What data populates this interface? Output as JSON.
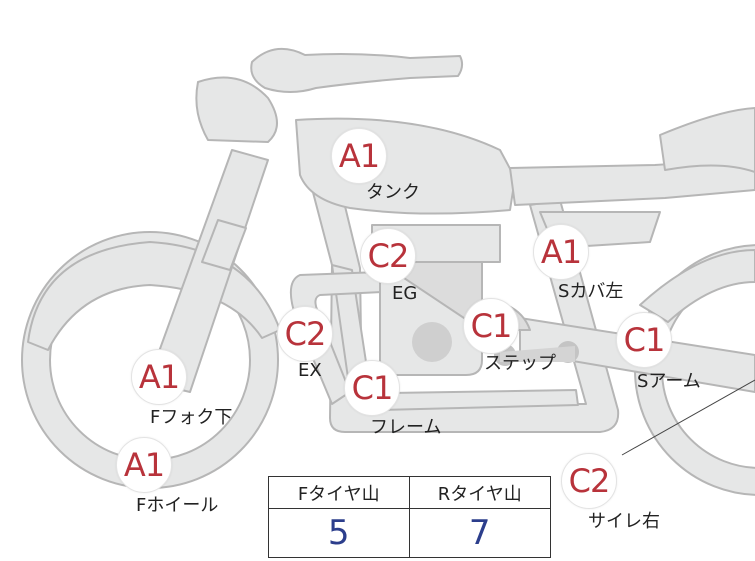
{
  "labels": [
    {
      "id": "tank",
      "grade": "A1",
      "part": "タンク"
    },
    {
      "id": "eg",
      "grade": "C2",
      "part": "EG"
    },
    {
      "id": "s-cover-left",
      "grade": "A1",
      "part": "Sカバ左"
    },
    {
      "id": "ex",
      "grade": "C2",
      "part": "EX"
    },
    {
      "id": "step",
      "grade": "C1",
      "part": "ステップ"
    },
    {
      "id": "s-arm",
      "grade": "C1",
      "part": "Sアーム"
    },
    {
      "id": "f-fork-lower",
      "grade": "A1",
      "part": "Fフォク下"
    },
    {
      "id": "frame",
      "grade": "C1",
      "part": "フレーム"
    },
    {
      "id": "f-wheel",
      "grade": "A1",
      "part": "Fホイール"
    },
    {
      "id": "silencer-right",
      "grade": "C2",
      "part": "サイレ右"
    }
  ],
  "tire_table": {
    "front_header": "Fタイヤ山",
    "rear_header": "Rタイヤ山",
    "front_value": "5",
    "rear_value": "7"
  },
  "colors": {
    "body_fill": "#e6e7e7",
    "outline": "#b6b6b6",
    "grade_text": "#b8333b",
    "table_value": "#2c3e8c"
  }
}
